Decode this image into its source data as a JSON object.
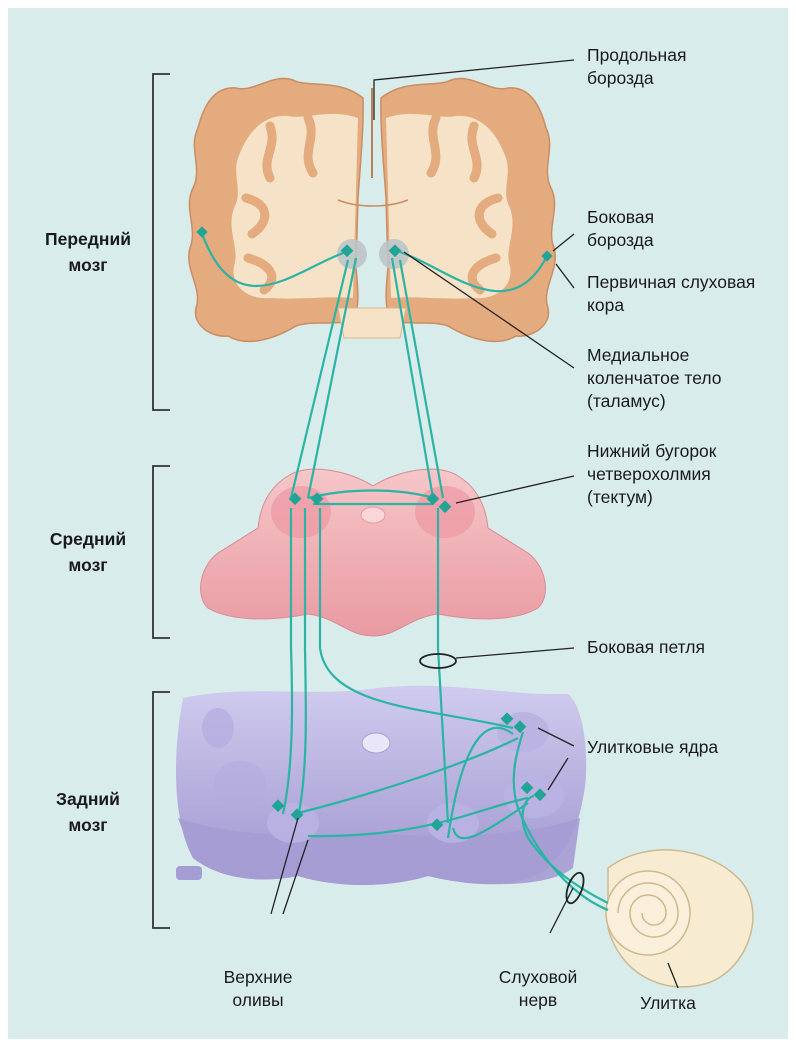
{
  "colors": {
    "background": "#d8ecec",
    "cortex": "#e3ab7e",
    "white_matter": "#f6e2c7",
    "midbrain": "#f2b3b8",
    "hindbrain": "#c6c0e6",
    "pathway": "#2bb3a4",
    "cochlea": "#f7ecd2"
  },
  "regions": {
    "forebrain": "Передний\nмозг",
    "midbrain": "Средний\nмозг",
    "hindbrain": "Задний\nмозг"
  },
  "labels": {
    "longitudinal_fissure": "Продольная\nборозда",
    "lateral_sulcus": "Боковая\nборозда",
    "primary_auditory_cortex": "Первичная слуховая\nкора",
    "medial_geniculate": "Медиальное\nколенчатое тело\n(таламус)",
    "inferior_colliculus": "Нижний бугорок\nчетверохолмия\n(тектум)",
    "lateral_lemniscus": "Боковая петля",
    "cochlear_nuclei": "Улитковые ядра",
    "superior_olives": "Верхние\nоливы",
    "auditory_nerve": "Слуховой\nнерв",
    "cochlea": "Улитка"
  }
}
